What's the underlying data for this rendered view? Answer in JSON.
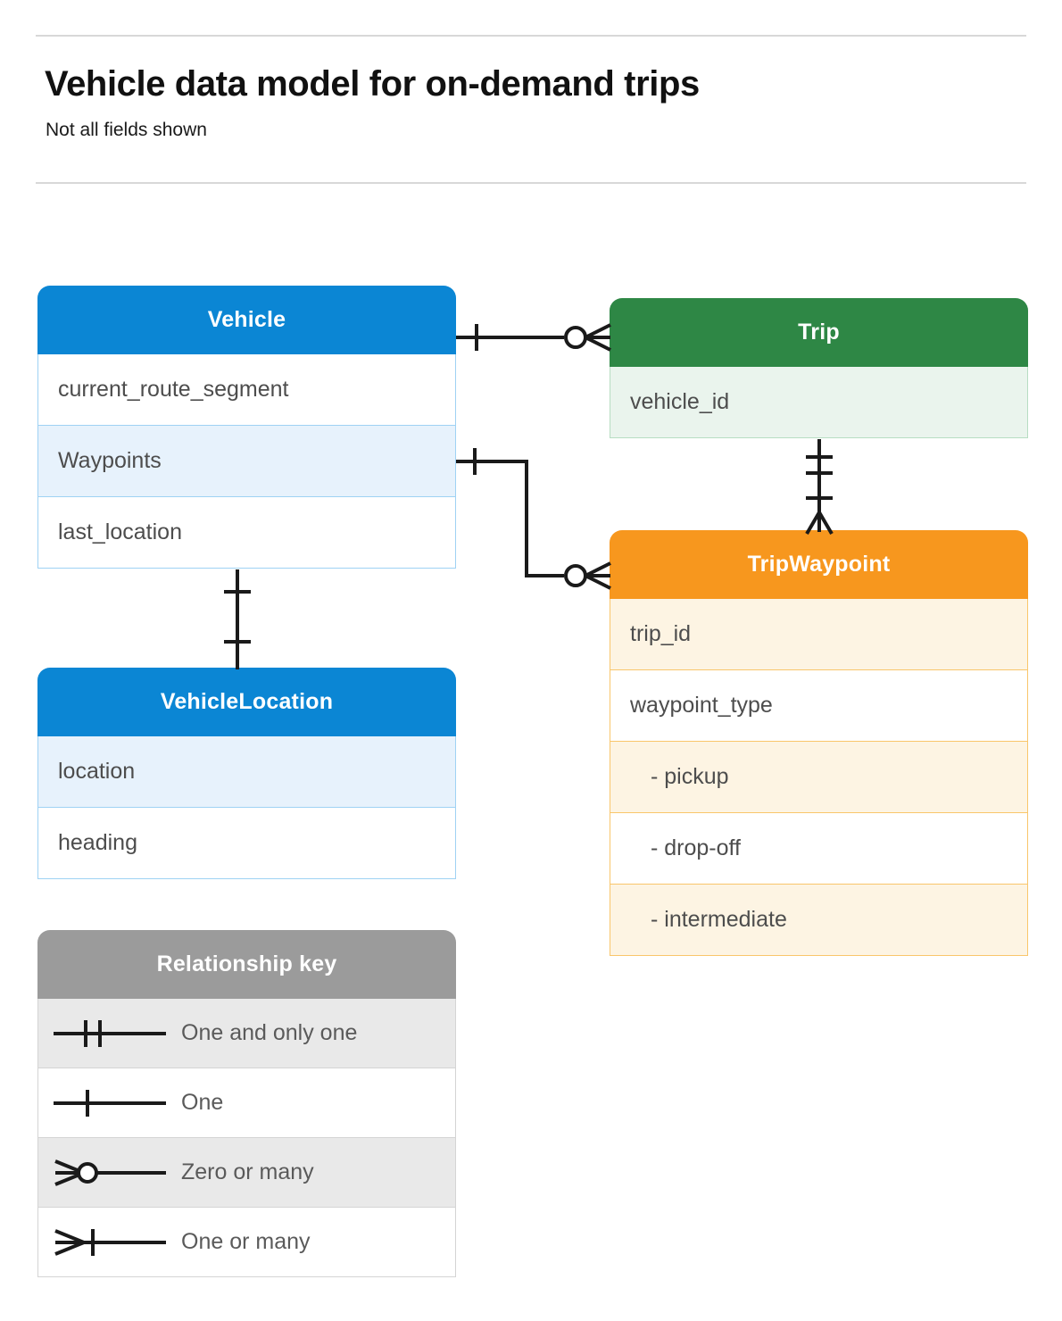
{
  "header": {
    "title": "Vehicle data model for on-demand trips",
    "subtitle": "Not all fields shown"
  },
  "entities": {
    "vehicle": {
      "name": "Vehicle",
      "color": "#0b86d4",
      "fields": [
        {
          "label": "current_route_segment",
          "highlighted": false
        },
        {
          "label": "Waypoints",
          "highlighted": true
        },
        {
          "label": "last_location",
          "highlighted": false
        }
      ]
    },
    "trip": {
      "name": "Trip",
      "color": "#2e8745",
      "fields": [
        {
          "label": "vehicle_id",
          "highlighted": true
        }
      ]
    },
    "tripwaypoint": {
      "name": "TripWaypoint",
      "color": "#f7971e",
      "fields": [
        {
          "label": "trip_id",
          "highlighted": true
        },
        {
          "label": "waypoint_type",
          "highlighted": false
        },
        {
          "label": "-  pickup",
          "highlighted": true
        },
        {
          "label": "-  drop-off",
          "highlighted": false
        },
        {
          "label": "-  intermediate",
          "highlighted": true
        }
      ]
    },
    "vehiclelocation": {
      "name": "VehicleLocation",
      "color": "#0b86d4",
      "fields": [
        {
          "label": "location",
          "highlighted": true
        },
        {
          "label": "heading",
          "highlighted": false
        }
      ]
    }
  },
  "legend": {
    "title": "Relationship key",
    "color": "#9b9b9b",
    "rows": [
      {
        "label": "One and only one",
        "symbol": "one-and-only-one"
      },
      {
        "label": "One",
        "symbol": "one"
      },
      {
        "label": "Zero or many",
        "symbol": "zero-or-many"
      },
      {
        "label": "One or many",
        "symbol": "one-or-many"
      }
    ]
  },
  "relationships": [
    {
      "from": "Vehicle",
      "to": "Trip",
      "from_cardinality": "one",
      "to_cardinality": "zero-or-many"
    },
    {
      "from": "Vehicle.Waypoints",
      "to": "TripWaypoint",
      "from_cardinality": "one",
      "to_cardinality": "zero-or-many"
    },
    {
      "from": "Trip",
      "to": "TripWaypoint",
      "from_cardinality": "one-and-only-one",
      "to_cardinality": "one-or-many"
    },
    {
      "from": "Vehicle",
      "to": "VehicleLocation",
      "from_cardinality": "one",
      "to_cardinality": "one"
    }
  ]
}
